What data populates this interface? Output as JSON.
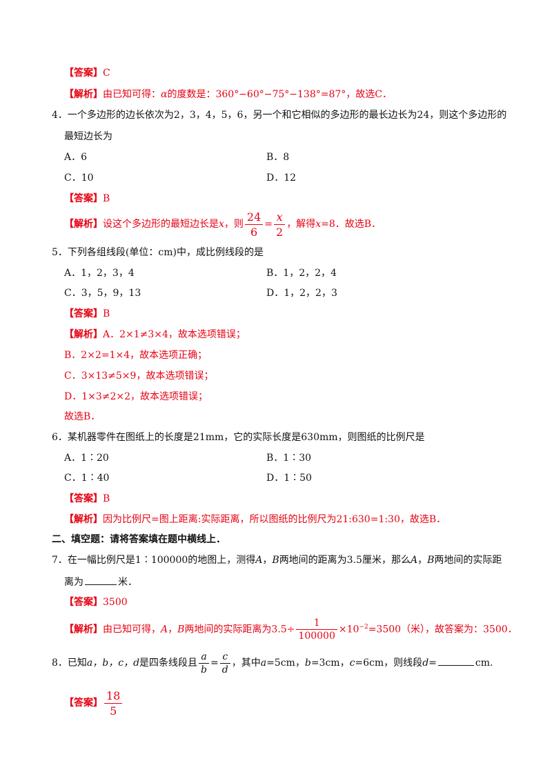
{
  "q3": {
    "answer_tag": "【答案】",
    "answer": "C",
    "analysis_tag": "【解析】",
    "analysis_a": "由已知可得：",
    "analysis_alpha": "α",
    "analysis_b": "的度数是：360°−60°−75°−138°=87°，故选C．"
  },
  "q4": {
    "line1": "4．一个多边形的边长依次为2，3，4，5，6，另一个和它相似的多边形的最长边长为24，则这个多边形的",
    "line2": "最短边长为",
    "options": [
      {
        "label": "A．6"
      },
      {
        "label": "B．8"
      },
      {
        "label": "C．10"
      },
      {
        "label": "D．12"
      }
    ],
    "answer_tag": "【答案】",
    "answer": "B",
    "analysis_tag": "【解析】",
    "analysis_a": "设这个多边形的最短边长是",
    "var_x": "x",
    "analysis_b": "，则",
    "frac1_num": "24",
    "frac1_den": "6",
    "equals": "=",
    "frac2_num": "x",
    "frac2_den": "2",
    "analysis_c": "，解得",
    "analysis_d": "=8．故选B．"
  },
  "q5": {
    "stem": "5．下列各组线段(单位：cm)中，成比例线段的是",
    "options": [
      {
        "label": "A．1，2，3，4"
      },
      {
        "label": "B．1，2，2，4"
      },
      {
        "label": "C．3，5，9，13"
      },
      {
        "label": "D．1，2，2，3"
      }
    ],
    "answer_tag": "【答案】",
    "answer": "B",
    "analysis_tag": "【解析】",
    "analysis_lines": [
      "A．2×1≠3×4，故本选项错误；",
      "B．2×2=1×4，故本选项正确；",
      "C．3×13≠5×9，故本选项错误；",
      "D．1×3≠2×2，故本选项错误；",
      "故选B．"
    ]
  },
  "q6": {
    "stem": "6．某机器零件在图纸上的长度是21mm，它的实际长度是630mm，则图纸的比例尺是",
    "options": [
      {
        "label": "A．1∶20"
      },
      {
        "label": "B．1∶30"
      },
      {
        "label": "C．1∶40"
      },
      {
        "label": "D．1∶50"
      }
    ],
    "answer_tag": "【答案】",
    "answer": "B",
    "analysis_tag": "【解析】",
    "analysis": "因为比例尺=图上距离:实际距离，所以图纸的比例尺为21:630=1:30，故选B．"
  },
  "section2": {
    "heading": "二、填空题：请将答案填在题中横线上．"
  },
  "q7": {
    "line1_a": "7．在一幅比例尺是1∶100000的地图上，测得",
    "A": "A",
    "comma": "，",
    "B": "B",
    "line1_b": "两地间的距离为3.5厘米，那么",
    "line1_c": "两地间的实际距",
    "line2_a": "离为",
    "line2_b": "米．",
    "answer_tag": "【答案】",
    "answer": "3500",
    "analysis_tag": "【解析】",
    "analysis_a": "由已知可得，",
    "analysis_b": "两地间的实际距离为3.5÷",
    "frac_num": "1",
    "frac_den": "100000",
    "analysis_c": "×10",
    "exp": "−2",
    "analysis_d": "=3500（米），故答案为：3500．"
  },
  "q8": {
    "line_a": "8．已知",
    "vars": "a，b，c，d",
    "line_b": "是四条线段且",
    "frac1_num": "a",
    "frac1_den": "b",
    "equals": "=",
    "frac2_num": "c",
    "frac2_den": "d",
    "line_c": "，其中",
    "a": "a",
    "a_val": "=5cm，",
    "b": "b",
    "b_val": "=3cm，",
    "c": "c",
    "c_val": "=6cm，则线段",
    "d": "d",
    "d_eq": "=",
    "unit": "cm.",
    "answer_tag": "【答案】",
    "answer_num": "18",
    "answer_den": "5"
  }
}
